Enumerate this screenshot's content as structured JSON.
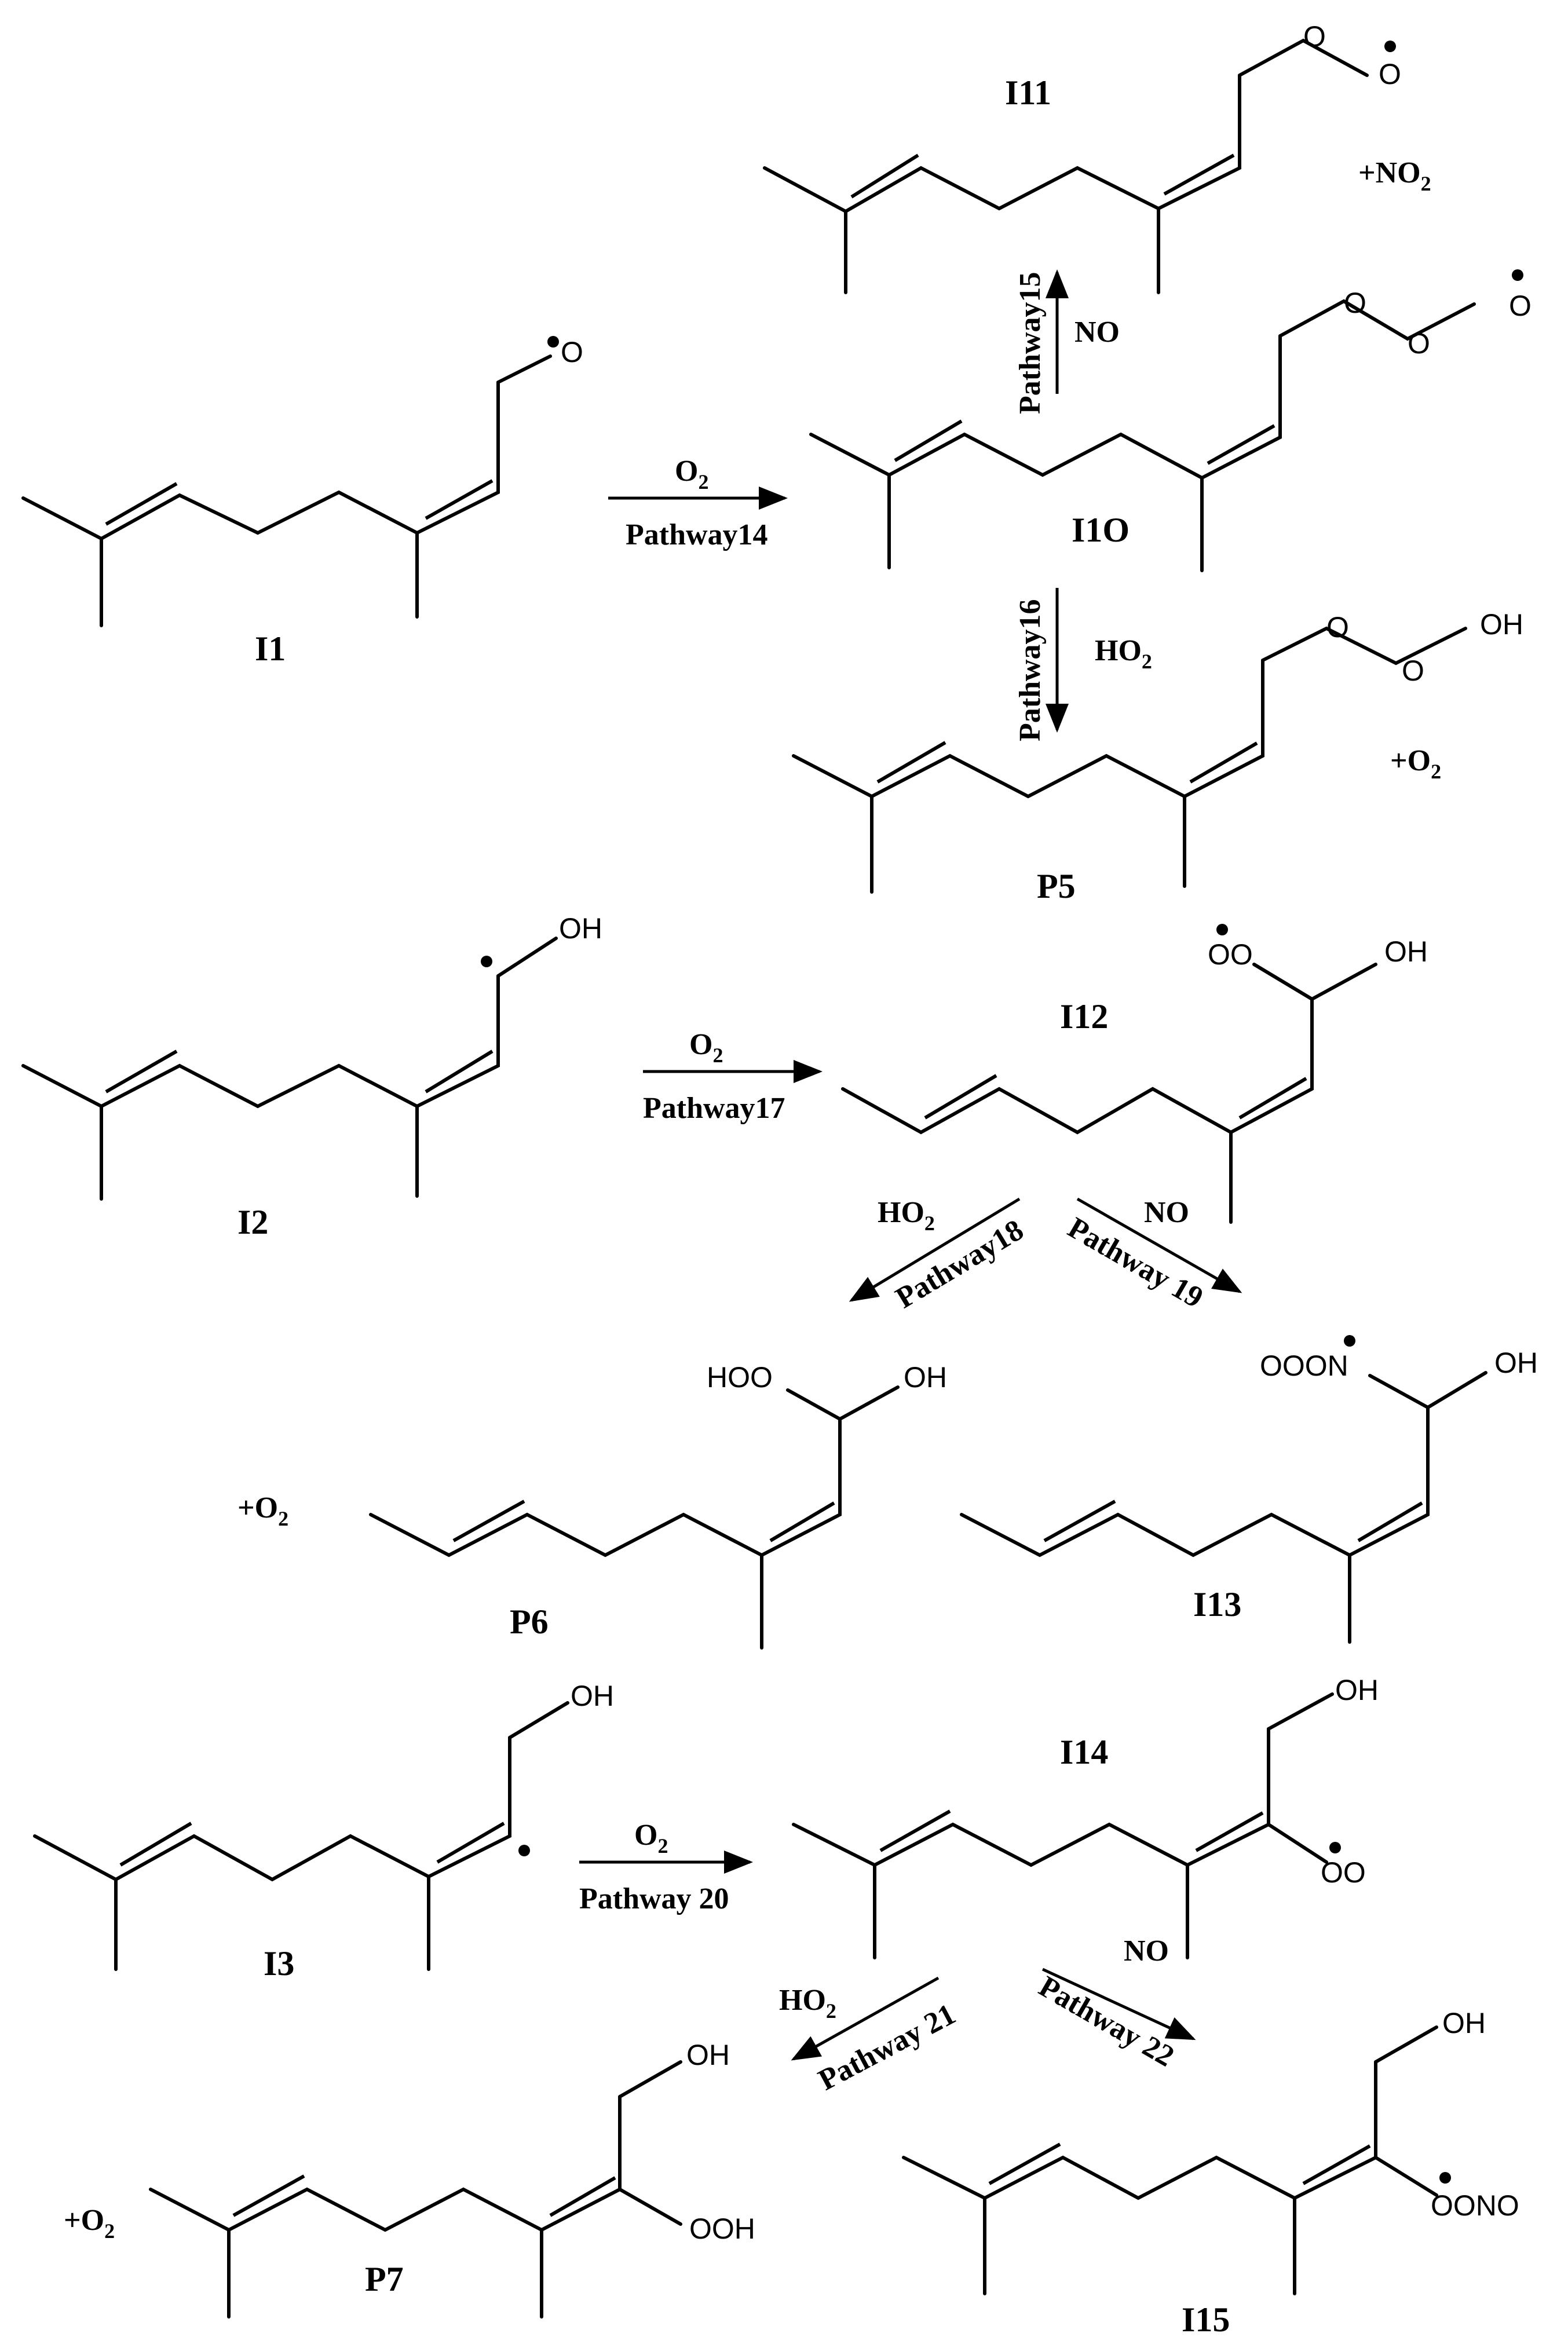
{
  "compounds": {
    "I1": "I1",
    "I2": "I2",
    "I3": "I3",
    "I10": "I1O",
    "I11": "I11",
    "I12": "I12",
    "I13": "I13",
    "I14": "I14",
    "I15": "I15",
    "P5": "P5",
    "P6": "P6",
    "P7": "P7"
  },
  "pathways": {
    "p14": "Pathway14",
    "p15": "Pathway15",
    "p16": "Pathway16",
    "p17": "Pathway17",
    "p18": "Pathway18",
    "p19": "Pathway 19",
    "p20": "Pathway 20",
    "p21": "Pathway 21",
    "p22": "Pathway 22"
  },
  "reagents": {
    "o2": "O",
    "ho2": "HO",
    "no": "NO",
    "sub2": "2",
    "plus_no2": "+NO",
    "plus_o2": "+O"
  },
  "atoms": {
    "o": "O",
    "oh": "OH",
    "hoo": "HOO",
    "ooh": "OOH",
    "oooN": "OOON",
    "oono": "OONO",
    "oo": "OO"
  }
}
